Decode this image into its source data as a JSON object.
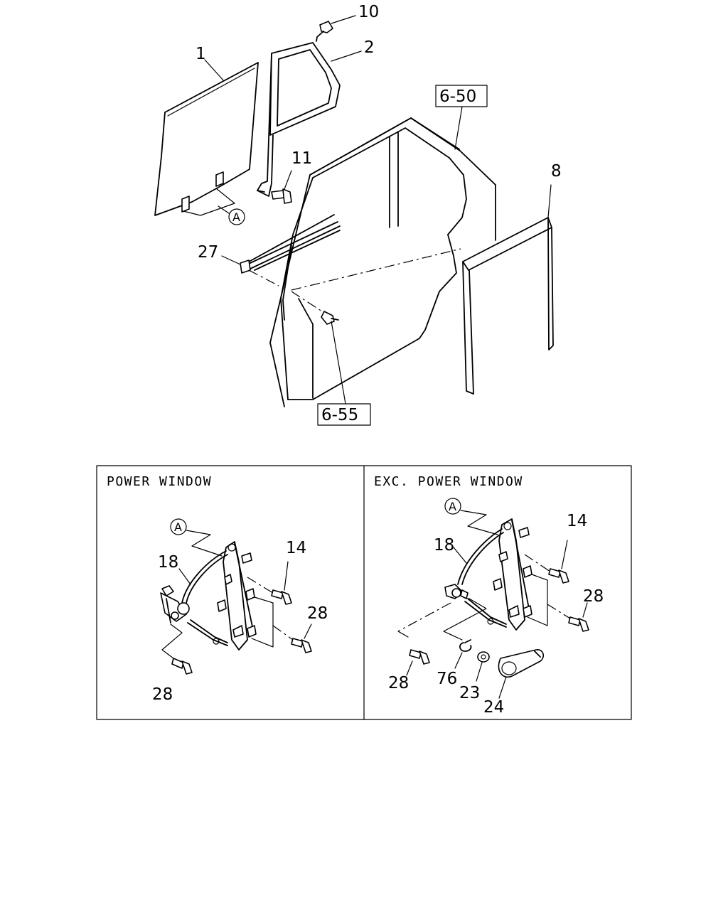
{
  "diagram": {
    "callouts": {
      "p1": "1",
      "p2": "2",
      "p10": "10",
      "p11": "11",
      "p8": "8",
      "p27": "27",
      "ref_650": "6-50",
      "ref_655": "6-55",
      "circle_a": "A"
    },
    "power_window": {
      "title": "POWER WINDOW",
      "circle_a": "A",
      "p18": "18",
      "p14": "14",
      "p28_right": "28",
      "p28_bottom": "28"
    },
    "exc_power_window": {
      "title": "EXC. POWER WINDOW",
      "circle_a": "A",
      "p18": "18",
      "p14": "14",
      "p28_right": "28",
      "p28_left": "28",
      "p76": "76",
      "p23": "23",
      "p24": "24"
    }
  }
}
